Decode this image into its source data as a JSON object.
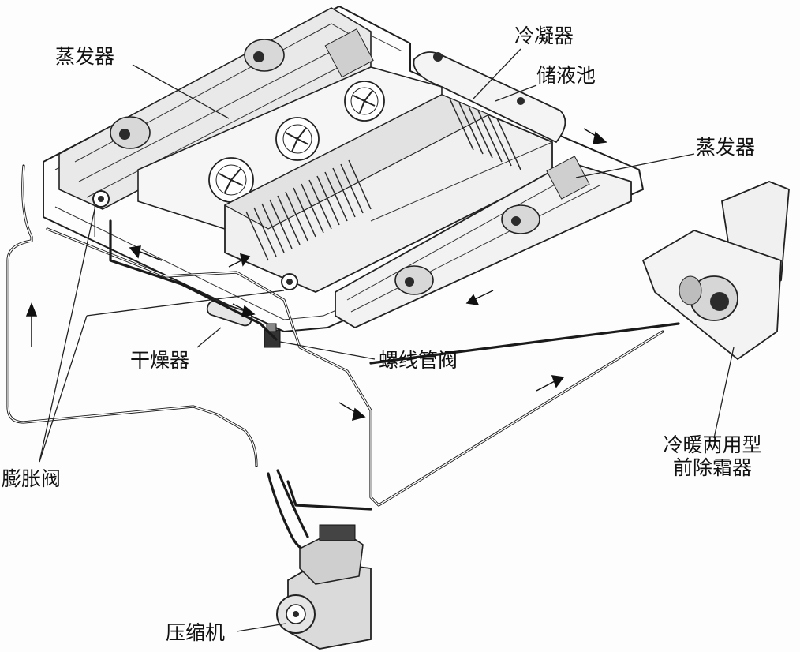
{
  "labels": {
    "evaporator_top": "蒸发器",
    "condenser": "冷凝器",
    "receiver": "储液池",
    "evaporator_right": "蒸发器",
    "dryer": "干燥器",
    "solenoid_valve": "螺线管阀",
    "expansion_valve": "膨胀阀",
    "defroster_line1": "冷暖两用型",
    "defroster_line2": "前除霜器",
    "compressor": "压缩机"
  }
}
